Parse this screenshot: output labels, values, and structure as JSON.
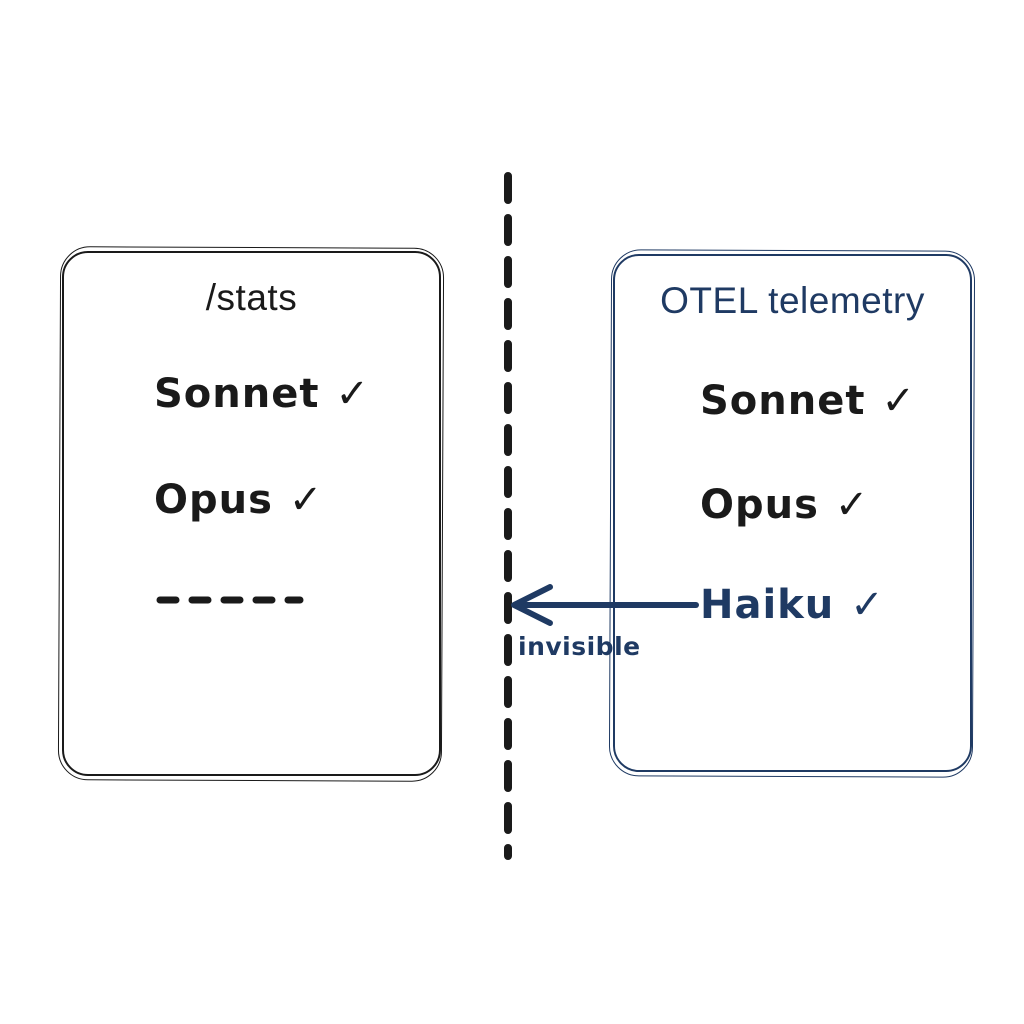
{
  "colors": {
    "ink": "#1a1a1a",
    "navy": "#1f3a63",
    "background": "#ffffff"
  },
  "left_card": {
    "title": "/stats",
    "items": [
      {
        "label": "Sonnet",
        "check": "✓"
      },
      {
        "label": "Opus",
        "check": "✓"
      }
    ],
    "missing_row_dashes": "- - - - -"
  },
  "right_card": {
    "title": "OTEL telemetry",
    "items": [
      {
        "label": "Sonnet",
        "check": "✓"
      },
      {
        "label": "Opus",
        "check": "✓"
      },
      {
        "label": "Haiku",
        "check": "✓"
      }
    ]
  },
  "annotation": {
    "arrow_label": "invisible"
  }
}
